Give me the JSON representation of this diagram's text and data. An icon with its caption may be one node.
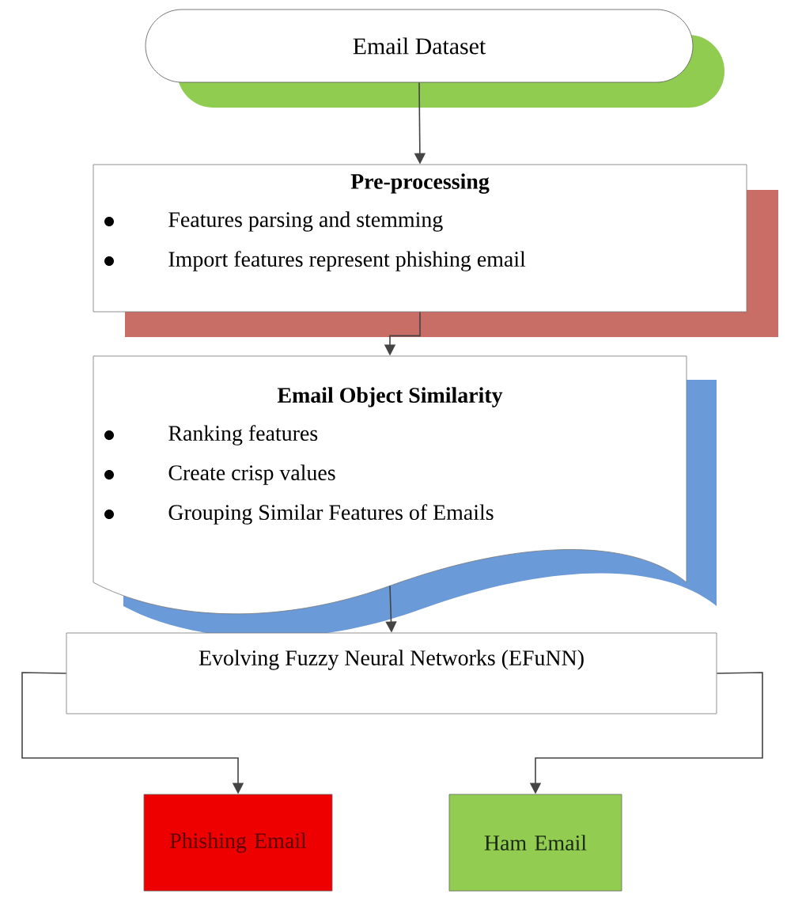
{
  "diagram": {
    "nodes": [
      {
        "text": [
          "Email Dataset"
        ]
      },
      {
        "text": [
          "Pre-processing",
          "Features parsing and stemming",
          "Import features represent phishing email"
        ]
      },
      {
        "text": [
          "Email Object Similarity",
          "Ranking features",
          "Create crisp values",
          "Grouping Similar Features of Emails"
        ]
      },
      {
        "text": [
          "Evolving Fuzzy Neural Networks (EFuNN)"
        ]
      },
      {
        "text": [
          "Phishing Email"
        ]
      },
      {
        "text": [
          "Ham Email"
        ]
      }
    ],
    "edges": [
      {
        "from": 0,
        "to": 1,
        "arrow": "to"
      },
      {
        "from": 1,
        "to": 2,
        "arrow": "to"
      },
      {
        "from": 2,
        "to": 3,
        "arrow": "to"
      },
      {
        "from": 3,
        "to": 4,
        "arrow": "to"
      },
      {
        "from": 3,
        "to": 5,
        "arrow": "to"
      }
    ]
  }
}
